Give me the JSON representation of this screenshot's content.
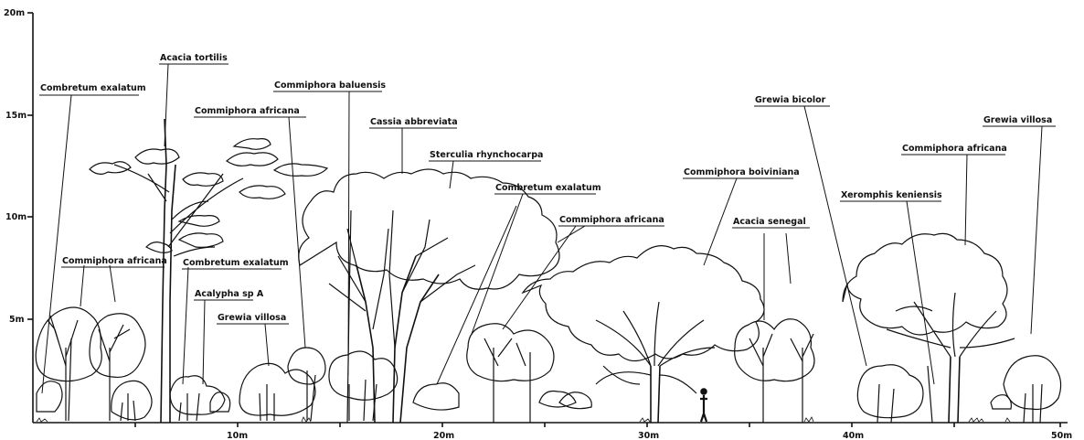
{
  "diagram": {
    "y_axis": {
      "unit_labels": [
        "20m",
        "15m",
        "10m",
        "5m"
      ],
      "values": [
        20,
        15,
        10,
        5
      ]
    },
    "x_axis": {
      "unit_labels": [
        "10m",
        "20m",
        "30m",
        "40m",
        "50m"
      ],
      "values": [
        10,
        20,
        30,
        40,
        50
      ]
    },
    "species_labels": [
      "Combretum exalatum",
      "Acacia tortilis",
      "Commiphora africana",
      "Commiphora baluensis",
      "Cassia abbreviata",
      "Sterculia rhynchocarpa",
      "Combretum exalatum",
      "Commiphora africana",
      "Commiphora boiviniana",
      "Acacia senegal",
      "Grewia bicolor",
      "Xeromphis keniensis",
      "Commiphora africana",
      "Grewia villosa",
      "Commiphora africana",
      "Combretum exalatum",
      "Acalypha sp A",
      "Grewia villosa"
    ]
  }
}
